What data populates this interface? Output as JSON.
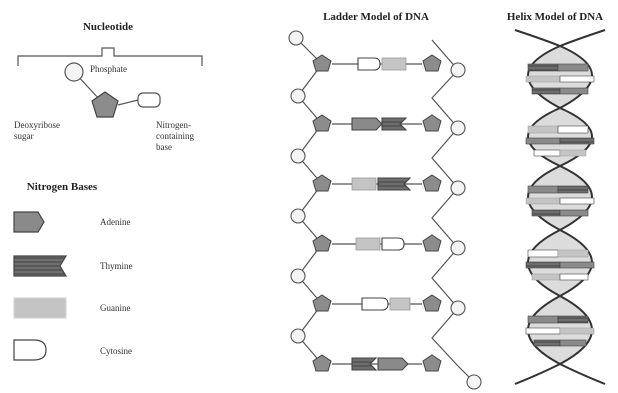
{
  "nucleotide": {
    "title": "Nucleotide",
    "phosphate_label": "Phosphate",
    "sugar_label_line1": "Deoxyribose",
    "sugar_label_line2": "sugar",
    "base_label_line1": "Nitrogen-",
    "base_label_line2": "containing",
    "base_label_line3": "base"
  },
  "bases": {
    "title": "Nitrogen Bases",
    "items": [
      {
        "name": "Adenine",
        "color": "#8a8a8a"
      },
      {
        "name": "Thymine",
        "color": "#6e6e6e"
      },
      {
        "name": "Guanine",
        "color": "#c4c4c4"
      },
      {
        "name": "Cytosine",
        "color": "#ffffff"
      }
    ]
  },
  "ladder": {
    "title": "Ladder Model of DNA"
  },
  "helix": {
    "title": "Helix Model of DNA"
  },
  "colors": {
    "line": "#555555",
    "sugar": "#8c8c8c",
    "phosphate": "#f4f4f4"
  }
}
